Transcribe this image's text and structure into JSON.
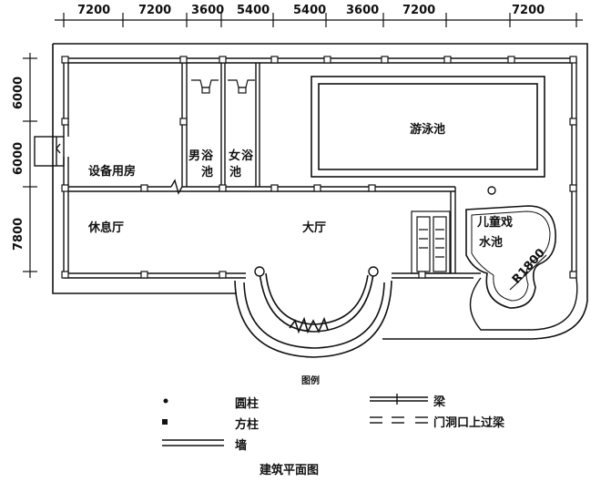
{
  "dimensions": {
    "top": [
      "7200",
      "7200",
      "3600",
      "5400",
      "5400",
      "3600",
      "7200",
      "7200"
    ],
    "left": [
      "6000",
      "6000",
      "7800"
    ]
  },
  "rooms": {
    "equipment": "设备用房",
    "men_bath": [
      "男",
      "浴",
      "池"
    ],
    "women_bath": [
      "女",
      "浴",
      "池"
    ],
    "pool": "游泳池",
    "lounge": "休息厅",
    "hall": "大厅",
    "kids_pool": [
      "儿童戏",
      "水池"
    ],
    "radius": "R1800"
  },
  "legend": {
    "title": "图例",
    "round_column": "圆柱",
    "square_column": "方柱",
    "wall": "墙",
    "beam": "梁",
    "lintel": "门洞口上过梁"
  },
  "caption": "建筑平面图"
}
